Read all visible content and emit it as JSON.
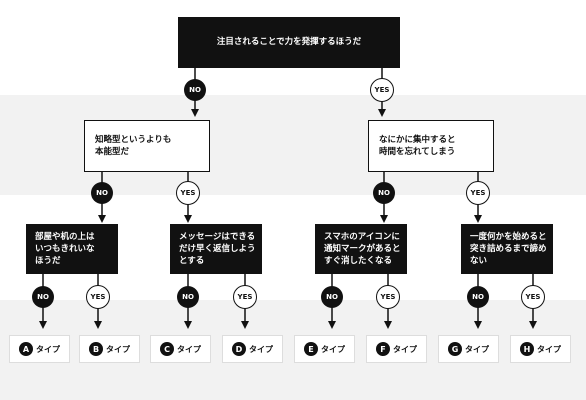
{
  "root": {
    "text": "注目されることで力を発揮するほうだ"
  },
  "level2": [
    {
      "line1": "知略型というよりも",
      "line2": "本能型だ"
    },
    {
      "line1": "なにかに集中すると",
      "line2": "時間を忘れてしまう"
    }
  ],
  "level3": [
    {
      "line1": "部屋や机の上は",
      "line2": "いつもきれいな",
      "line3": "ほうだ"
    },
    {
      "line1": "メッセージはできる",
      "line2": "だけ早く返信しよう",
      "line3": "とする"
    },
    {
      "line1": "スマホのアイコンに",
      "line2": "通知マークがあると",
      "line3": "すぐ消したくなる"
    },
    {
      "line1": "一度何かを始めると",
      "line2": "突き詰めるまで諦め",
      "line3": "ない"
    }
  ],
  "labels": {
    "no": "NO",
    "yes": "YES"
  },
  "results": [
    {
      "letter": "A",
      "type": "タイプ"
    },
    {
      "letter": "B",
      "type": "タイプ"
    },
    {
      "letter": "C",
      "type": "タイプ"
    },
    {
      "letter": "D",
      "type": "タイプ"
    },
    {
      "letter": "E",
      "type": "タイプ"
    },
    {
      "letter": "F",
      "type": "タイプ"
    },
    {
      "letter": "G",
      "type": "タイプ"
    },
    {
      "letter": "H",
      "type": "タイプ"
    }
  ],
  "colors": {
    "dark": "#111111",
    "band": "#f2f2f2",
    "line": "#111111"
  }
}
